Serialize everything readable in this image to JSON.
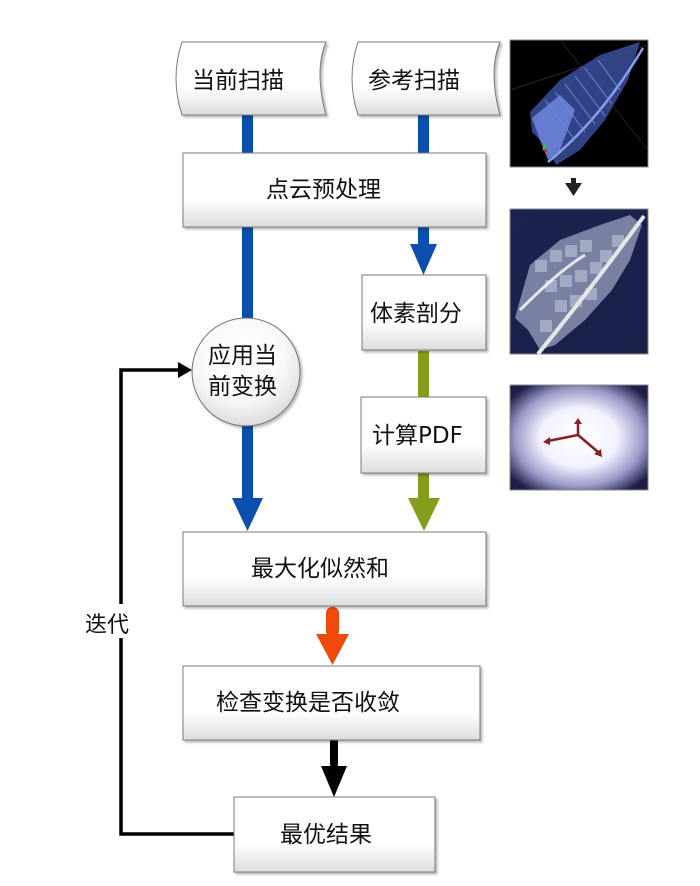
{
  "nodes": {
    "current_scan": "当前扫描",
    "reference_scan": "参考扫描",
    "preprocess": "点云预处理",
    "voxelize": "体素剖分",
    "compute_pdf": "计算PDF",
    "apply_transform_line1": "应用当",
    "apply_transform_line2": "前变换",
    "maximize_likelihood": "最大化似然和",
    "check_convergence": "检查变换是否收敛",
    "best_result": "最优结果"
  },
  "edge_labels": {
    "iterate": "迭代"
  },
  "thumbnails": [
    {
      "name": "point-cloud-scan",
      "description": "raw point cloud"
    },
    {
      "name": "voxel-grid",
      "description": "voxelized cloud"
    },
    {
      "name": "pdf-distribution",
      "description": "normal distribution with axes"
    }
  ],
  "colors": {
    "blue_arrow": "#0a4fae",
    "green_arrow": "#849e1c",
    "orange_arrow": "#ef4a0c",
    "black_arrow": "#000000",
    "box_border": "#7a7a7a"
  }
}
